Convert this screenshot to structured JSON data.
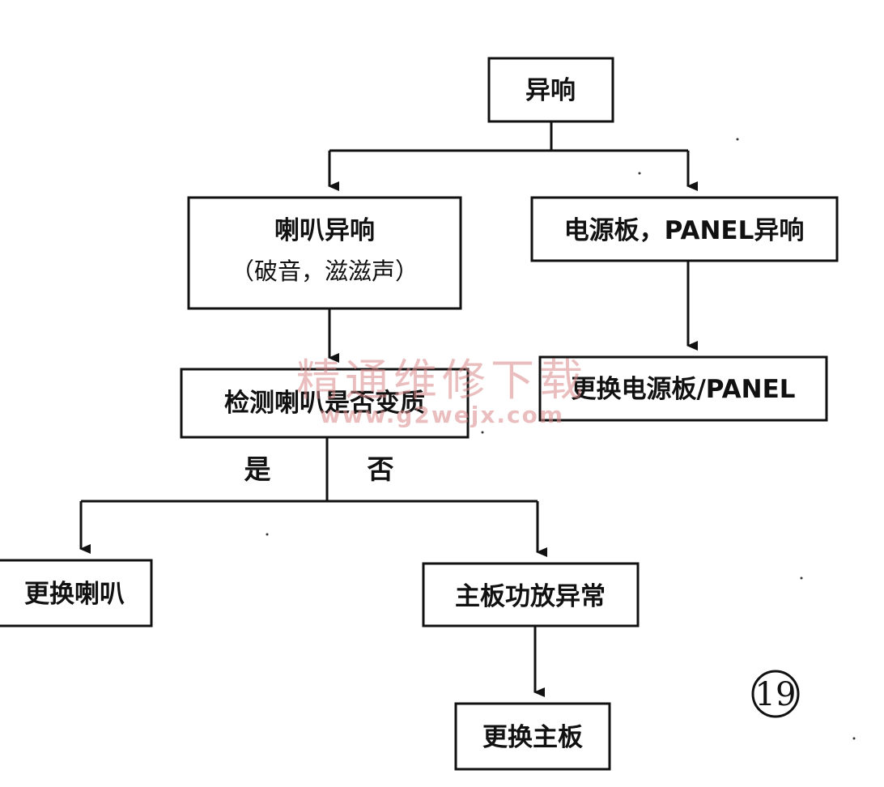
{
  "nodes": {
    "root": {
      "label": "异响"
    },
    "speaker_noise": {
      "label": "喇叭异响",
      "detail": "（破音，滋滋声）"
    },
    "power_panel_noise": {
      "label": "电源板，PANEL异响"
    },
    "replace_power_panel": {
      "label": "更换电源板/PANEL"
    },
    "check_speaker": {
      "label": "检测喇叭是否变质"
    },
    "replace_speaker": {
      "label": "更换喇叭"
    },
    "amp_abnormal": {
      "label": "主板功放异常"
    },
    "replace_mainboard": {
      "label": "更换主板"
    }
  },
  "branches": {
    "yes": "是",
    "no": "否"
  },
  "watermark": {
    "text": "精通维修下载",
    "url": "www.g2wejx.com"
  },
  "figure_number": "19"
}
